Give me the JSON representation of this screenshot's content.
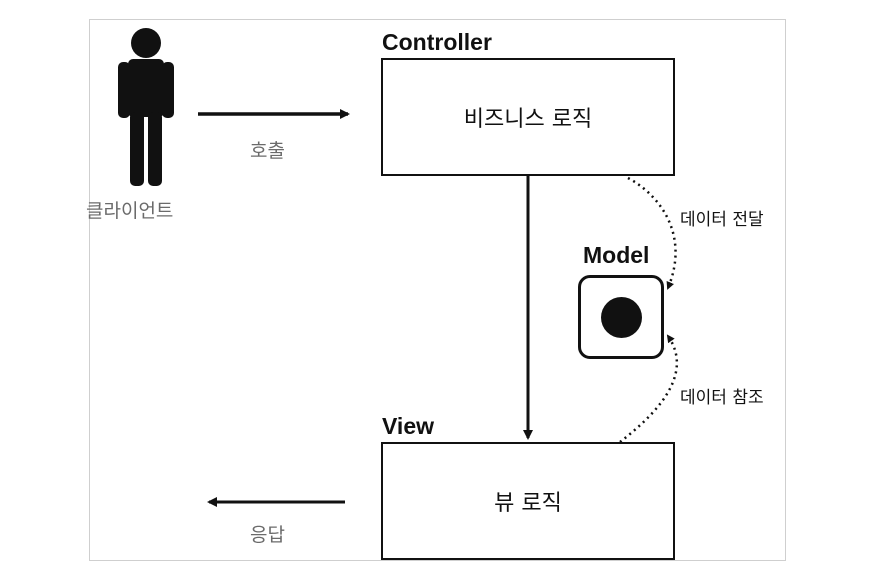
{
  "client": {
    "label": "클라이언트"
  },
  "call": {
    "label": "호출"
  },
  "response": {
    "label": "응답"
  },
  "controller": {
    "title": "Controller",
    "text": "비즈니스 로직"
  },
  "view": {
    "title": "View",
    "text": "뷰 로직"
  },
  "model": {
    "title": "Model"
  },
  "data_transfer": {
    "label": "데이터 전달"
  },
  "data_reference": {
    "label": "데이터 참조"
  }
}
